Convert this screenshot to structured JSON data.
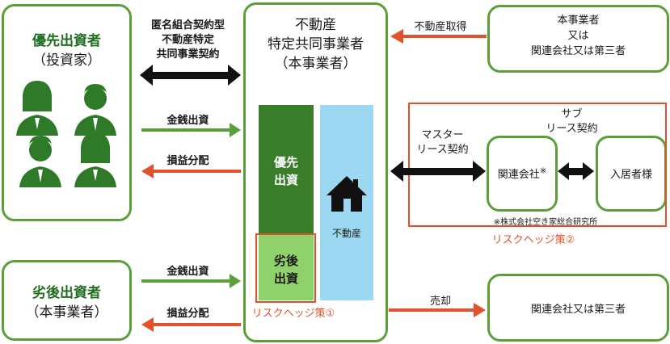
{
  "senior_investor": {
    "title": "優先出資者",
    "subtitle": "（投資家）"
  },
  "junior_investor": {
    "title": "劣後出資者",
    "subtitle": "（本事業者）"
  },
  "operator": {
    "line1": "不動産",
    "line2": "特定共同事業者",
    "line3": "（本事業者）"
  },
  "seller": {
    "line1": "本事業者",
    "line2": "又は",
    "line3": "関連会社又は第三者"
  },
  "buyer": {
    "label": "関連会社又は第三者"
  },
  "contract_label": {
    "line1": "匿名組合契約型",
    "line2": "不動産特定",
    "line3": "共同事業契約"
  },
  "money_in_label": "金銭出資",
  "profit_label": "損益分配",
  "acquisition_label": "不動産取得",
  "sale_label": "売却",
  "master_lease": {
    "line1": "マスター",
    "line2": "リース契約"
  },
  "sub_lease": {
    "line1": "サブ",
    "line2": "リース契約"
  },
  "related_company": {
    "label": "関連会社",
    "mark": "※"
  },
  "tenant": "入居者様",
  "footnote": "※株式会社空き家総合研究所",
  "risk_hedge_1": "リスクヘッジ策①",
  "risk_hedge_2": "リスクヘッジ策②",
  "bars": {
    "senior_line1": "優先",
    "senior_line2": "出資",
    "junior_line1": "劣後",
    "junior_line2": "出資",
    "property": "不動産"
  },
  "colors": {
    "green": "#5b9f3a",
    "dark_green": "#3a7d2a",
    "light_green": "#8fd16b",
    "light_blue": "#9dd8f2",
    "red": "#e0522c",
    "black": "#111111"
  }
}
